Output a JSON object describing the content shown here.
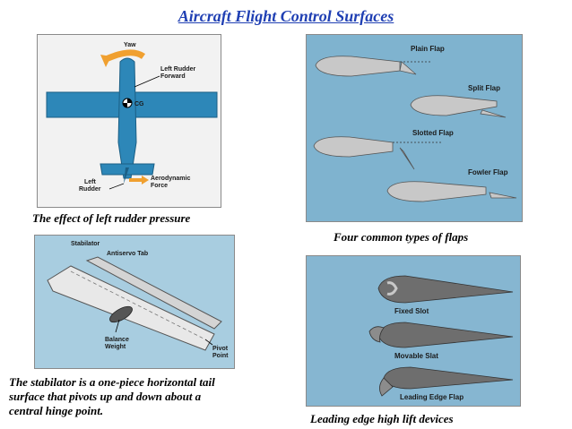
{
  "title": "Aircraft Flight Control Surfaces",
  "panel_rudder": {
    "caption": "The effect of left rudder pressure",
    "labels": {
      "yaw": "Yaw",
      "left_rudder_forward_1": "Left Rudder",
      "left_rudder_forward_2": "Forward",
      "cg": "CG",
      "left_rudder_1": "Left",
      "left_rudder_2": "Rudder",
      "aero_force_1": "Aerodynamic",
      "aero_force_2": "Force"
    },
    "colors": {
      "wing": "#2d87b8",
      "arrow": "#f0a030",
      "background": "#f2f2f2"
    }
  },
  "panel_flaps": {
    "caption": "Four common types of flaps",
    "labels": {
      "plain": "Plain Flap",
      "split": "Split Flap",
      "slotted": "Slotted Flap",
      "fowler": "Fowler Flap"
    },
    "colors": {
      "background": "#7fb3cf",
      "airfoil": "#c8c8c8"
    }
  },
  "panel_stabilator": {
    "caption_line1": "The stabilator is a one-piece horizontal tail",
    "caption_line2": "surface that pivots up and down about a",
    "caption_line3": "central hinge point.",
    "labels": {
      "stabilator": "Stabilator",
      "antiservo": "Antiservo Tab",
      "balance_1": "Balance",
      "balance_2": "Weight",
      "pivot_1": "Pivot",
      "pivot_2": "Point"
    },
    "colors": {
      "background": "#a8cde0"
    }
  },
  "panel_leading_edge": {
    "caption": "Leading edge high lift devices",
    "labels": {
      "fixed_slot": "Fixed Slot",
      "movable_slat": "Movable Slat",
      "le_flap": "Leading Edge Flap"
    },
    "colors": {
      "background": "#86b6d1",
      "airfoil": "#6e6e6e"
    }
  }
}
